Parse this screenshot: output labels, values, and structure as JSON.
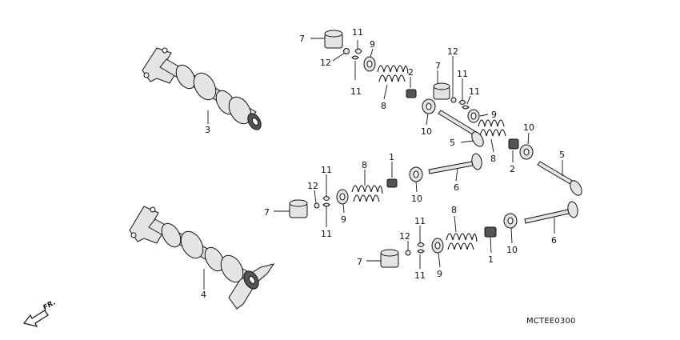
{
  "diagram": {
    "code": "MCTEE0300",
    "direction": "FR.",
    "callouts": [
      {
        "id": "c3",
        "text": "3"
      },
      {
        "id": "c4",
        "text": "4"
      },
      {
        "id": "c7a",
        "text": "7"
      },
      {
        "id": "c12a",
        "text": "12"
      },
      {
        "id": "c11a",
        "text": "11"
      },
      {
        "id": "c11b",
        "text": "11"
      },
      {
        "id": "c9a",
        "text": "9"
      },
      {
        "id": "c2a",
        "text": "2"
      },
      {
        "id": "c8a",
        "text": "8"
      },
      {
        "id": "c7b",
        "text": "7"
      },
      {
        "id": "c12b",
        "text": "12"
      },
      {
        "id": "c11c",
        "text": "11"
      },
      {
        "id": "c11d",
        "text": "11"
      },
      {
        "id": "c9b",
        "text": "9"
      },
      {
        "id": "c10a",
        "text": "10"
      },
      {
        "id": "c5a",
        "text": "5"
      },
      {
        "id": "c8b",
        "text": "8"
      },
      {
        "id": "c2b",
        "text": "2"
      },
      {
        "id": "c10b",
        "text": "10"
      },
      {
        "id": "c5b",
        "text": "5"
      },
      {
        "id": "c1a",
        "text": "1"
      },
      {
        "id": "c8c",
        "text": "8"
      },
      {
        "id": "c11e",
        "text": "11"
      },
      {
        "id": "c12c",
        "text": "12"
      },
      {
        "id": "c11f",
        "text": "11"
      },
      {
        "id": "c7c",
        "text": "7"
      },
      {
        "id": "c9c",
        "text": "9"
      },
      {
        "id": "c10c",
        "text": "10"
      },
      {
        "id": "c6a",
        "text": "6"
      },
      {
        "id": "c8d",
        "text": "8"
      },
      {
        "id": "c11g",
        "text": "11"
      },
      {
        "id": "c12d",
        "text": "12"
      },
      {
        "id": "c11h",
        "text": "11"
      },
      {
        "id": "c7d",
        "text": "7"
      },
      {
        "id": "c9d",
        "text": "9"
      },
      {
        "id": "c1b",
        "text": "1"
      },
      {
        "id": "c10d",
        "text": "10"
      },
      {
        "id": "c6b",
        "text": "6"
      }
    ]
  }
}
